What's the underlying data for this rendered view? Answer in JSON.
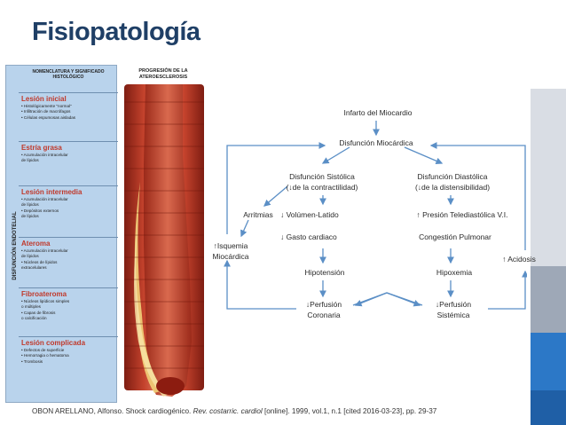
{
  "slide": {
    "title": "Fisiopatología"
  },
  "left_figure": {
    "header_left": "NOMENCLATURA Y SIGNIFICADO HISTOLÓGICO",
    "header_right": "PROGRESIÓN DE LA ATEROESCLEROSIS",
    "vertical_label": "DISFUNCIÓN ENDOTELIAL",
    "stages": [
      {
        "title": "Lesión inicial",
        "desc": [
          "• Histológicamente \"normal\"",
          "• Infiltración de macrófagos",
          "• Células espumosas aisladas"
        ]
      },
      {
        "title": "Estría grasa",
        "desc": [
          "• Acumulación intracelular",
          "  de lípidos"
        ]
      },
      {
        "title": "Lesión intermedia",
        "desc": [
          "• Acumulación intracelular",
          "  de lípidos",
          "• Depósitos externos",
          "  de lípidos"
        ]
      },
      {
        "title": "Ateroma",
        "desc": [
          "• Acumulación intracelular",
          "  de lípidos",
          "• Núcleos de lípidos",
          "  extracelulares"
        ]
      },
      {
        "title": "Fibroateroma",
        "desc": [
          "• Núcleos lipídicos simples",
          "  o múltiples",
          "• Capas de fibrosis",
          "  o calcificación"
        ]
      },
      {
        "title": "Lesión complicada",
        "desc": [
          "• Defectos de superficie",
          "• Hemorragia o hematoma",
          "• Trombosis"
        ]
      }
    ]
  },
  "diagram": {
    "infarto": "Infarto del Miocardio",
    "disfuncion": "Disfunción Miocárdica",
    "sistolica_1": "Disfunción Sistólica",
    "sistolica_2": "(↓de la contractilidad)",
    "diastolica_1": "Disfunción Diastólica",
    "diastolica_2": "(↓de la distensibilidad)",
    "arritmias": "Arritmias",
    "volumen": "↓ Volúmen-Latido",
    "gasto": "↓ Gasto cardiaco",
    "presion": "↑ Presión Telediastólica V.I.",
    "congestion": "Congestión Pulmonar",
    "isquemia_1": "↑Isquemia",
    "isquemia_2": "Miocárdica",
    "acidosis": "↑ Acidosis",
    "hipotension": "Hipotensión",
    "hipoxemia": "Hipoxemia",
    "perf_cor_1": "↓Perfusión",
    "perf_cor_2": "Coronaria",
    "perf_sis_1": "↓Perfusión",
    "perf_sis_2": "Sistémica"
  },
  "footer": {
    "pre": "OBON ARELLANO, Alfonso. Shock cardiogénico. ",
    "journal": "Rev. costarric. cardiol",
    "post": " [online]. 1999, vol.1, n.1 [cited  2016-03-23], pp. 29-37"
  },
  "colors": {
    "title": "#1f3f66",
    "accent": "#2c78c7",
    "arrow": "#5b8fc6",
    "stage_title": "#c0392b",
    "panel": "#b9d3ec"
  }
}
